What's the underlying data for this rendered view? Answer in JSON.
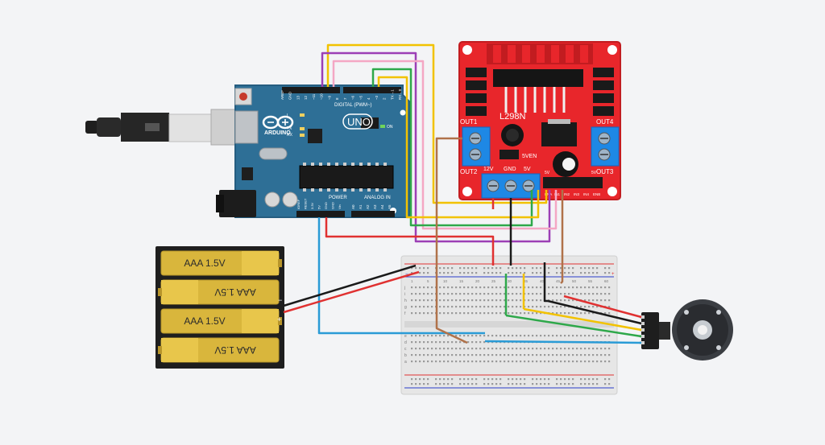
{
  "arduino": {
    "brand_label": "ARDUINO",
    "model_label": "UNO",
    "digital_label": "DIGITAL (PWM~)",
    "power_label": "POWER",
    "analog_label": "ANALOG IN",
    "on_label": "ON",
    "tx_label": "TX",
    "rx_label": "RX",
    "l_label": "L",
    "top_pins": [
      "AREF",
      "GND",
      "13",
      "12",
      "~11",
      "~10",
      "~9",
      "8",
      "7",
      "~6",
      "~5",
      "4",
      "~3",
      "2",
      "TX→1",
      "RX←0"
    ],
    "power_pins": [
      "IOREF",
      "RESET",
      "3.3V",
      "5V",
      "GND",
      "GND",
      "Vin"
    ],
    "analog_pins": [
      "A0",
      "A1",
      "A2",
      "A3",
      "A4",
      "A5"
    ]
  },
  "driver": {
    "chip_label": "L298N",
    "out1_label": "OUT1",
    "out2_label": "OUT2",
    "out3_label": "OUT3",
    "out4_label": "OUT4",
    "v12_label": "12V",
    "gnd_label": "GND",
    "v5_label": "5V",
    "sven_label": "5VEN",
    "header_labels": [
      "ENA",
      "IN1",
      "IN2",
      "IN3",
      "IN4",
      "ENB"
    ],
    "small_5v_left": "5V",
    "small_5v_right": "5V"
  },
  "battery": {
    "cells": [
      "AAA 1.5V",
      "AAA 1.5V",
      "AAA 1.5V",
      "AAA 1.5V"
    ],
    "minus_sign": "−",
    "plus_sign": "+"
  },
  "breadboard": {
    "top_rows": [
      "j",
      "i",
      "h",
      "g",
      "f"
    ],
    "bottom_rows": [
      "e",
      "d",
      "c",
      "b",
      "a"
    ],
    "col_numbers": [
      "1",
      "5",
      "10",
      "15",
      "20",
      "25",
      "30",
      "35",
      "40",
      "45",
      "50",
      "55",
      "60"
    ],
    "plus_sign": "+",
    "minus_sign": "−"
  },
  "colors": {
    "arduino_board": "#2e6f96",
    "driver_board": "#e8262b",
    "battery_cell": "#d9b63c",
    "wire_red": "#e03131",
    "wire_black": "#1a1a1a",
    "wire_blue": "#2a9bd6",
    "wire_yellow": "#f2c200",
    "wire_green": "#2ea84a",
    "wire_purple": "#9c3fb5",
    "wire_pink": "#f4a7c4",
    "wire_brown": "#b0724a"
  }
}
